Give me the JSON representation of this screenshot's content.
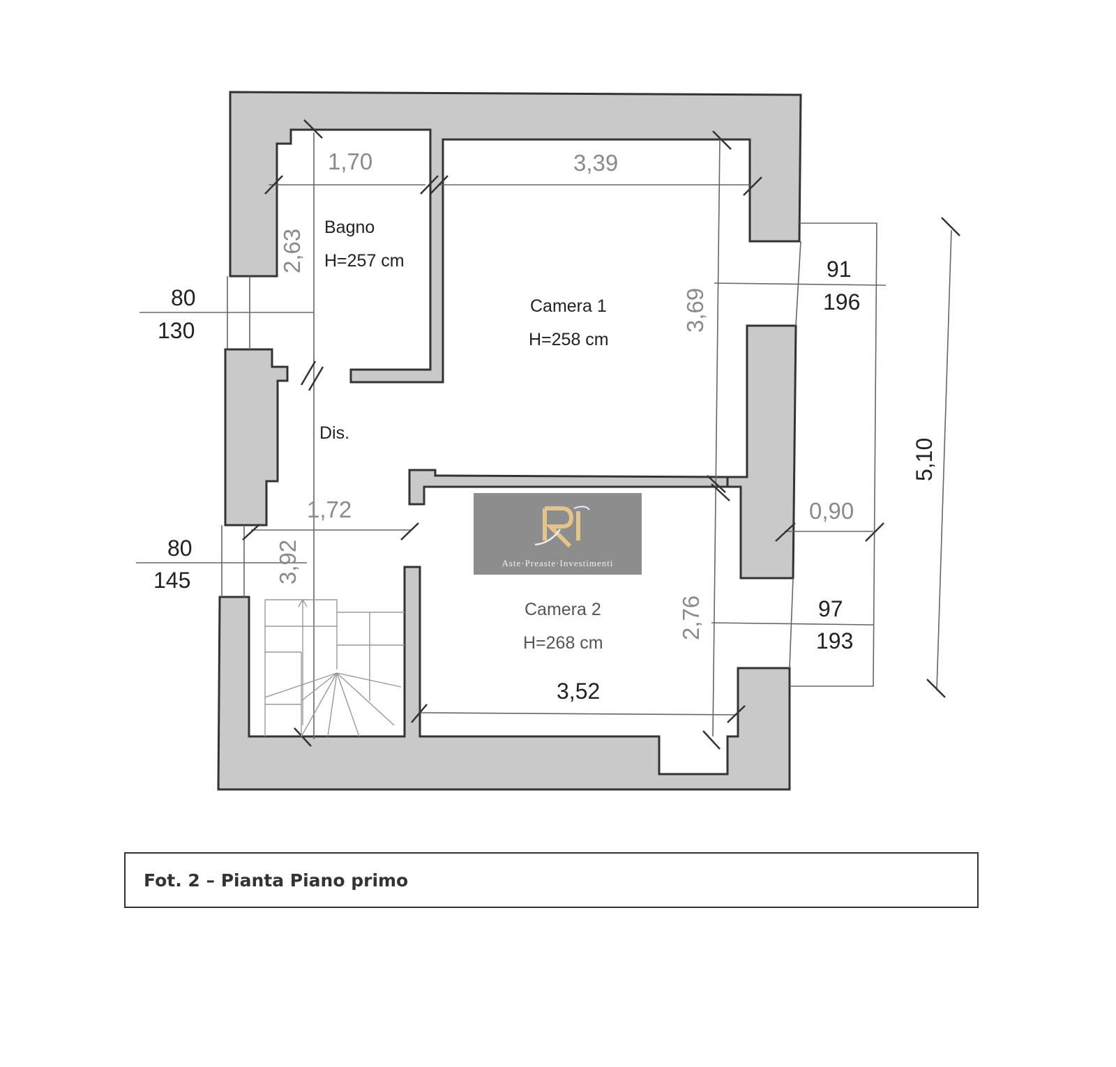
{
  "rooms": {
    "bagno": {
      "name": "Bagno",
      "height": "H=257 cm"
    },
    "camera1": {
      "name": "Camera 1",
      "height": "H=258 cm"
    },
    "dis": {
      "name": "Dis."
    },
    "camera2": {
      "name": "Camera 2",
      "height": "H=268 cm"
    }
  },
  "dimensions": {
    "bagno_width": "1,70",
    "camera1_width": "3,39",
    "bagno_depth": "2,63",
    "camera1_depth": "3,69",
    "dis_width": "1,72",
    "dis_depth": "3,92",
    "camera2_depth": "2,76",
    "camera2_width": "3,52",
    "balcony_width": "0,90",
    "overall_right": "5,10"
  },
  "windows": {
    "left_top": {
      "width": "80",
      "height": "130"
    },
    "left_bottom": {
      "width": "80",
      "height": "145"
    },
    "right_top": {
      "width": "91",
      "height": "196"
    },
    "right_bottom": {
      "width": "97",
      "height": "193"
    }
  },
  "caption": "Fot. 2 – Pianta Piano primo",
  "watermark": {
    "monogram": "RI",
    "text": "Aste·Preaste·Investimenti"
  },
  "colors": {
    "wall": "#c9c9c9",
    "watermark_bg": "#8d8d8d",
    "logo_gold": "#e3c48a"
  }
}
